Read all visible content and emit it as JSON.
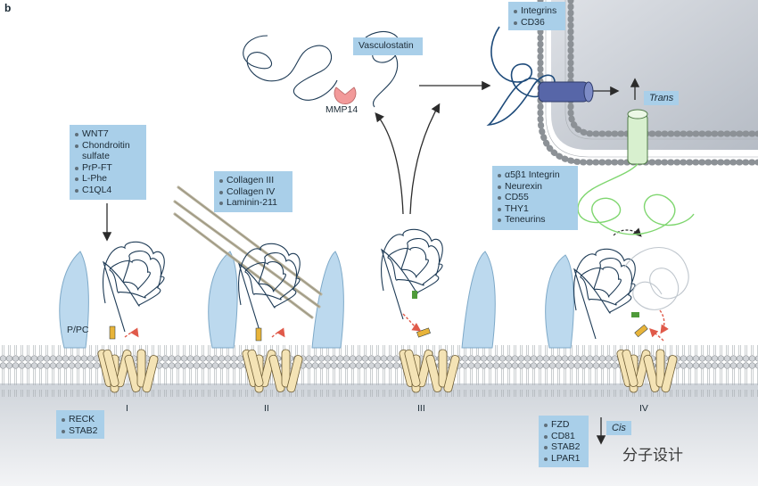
{
  "panel_label": "b",
  "ligand_box_top": [
    "WNT7",
    "Chondroitin sulfate",
    "PrP-FT",
    "L-Phe",
    "C1QL4"
  ],
  "ecm_box": [
    "Collagen III",
    "Collagen IV",
    "Laminin-211"
  ],
  "vasculostatin_label": "Vasculostatin",
  "mmp14_label": "MMP14",
  "integrin_box": [
    "Integrins",
    "CD36"
  ],
  "trans_label": "Trans",
  "trans_partner_box": [
    "α5β1 Integrin",
    "Neurexin",
    "CD55",
    "THY1",
    "Teneurins"
  ],
  "ppc_label": "P/PC",
  "stage_labels": [
    "I",
    "II",
    "III",
    "IV"
  ],
  "recK_box": [
    "RECK",
    "STAB2"
  ],
  "cis_box": [
    "FZD",
    "CD81",
    "STAB2",
    "LPAR1"
  ],
  "cis_label": "Cis",
  "watermark": "分子设计",
  "colors": {
    "label_box": "#a9cfe9",
    "membrane_head": "#c9ccd0",
    "cell_fill": "#c8ced5",
    "receptor": "#f4e3b5",
    "protein_line": "#1d3a55",
    "green_partner": "#7fd66f",
    "mmp14": "#f28a8a",
    "red_arrow": "#e05a4a"
  }
}
